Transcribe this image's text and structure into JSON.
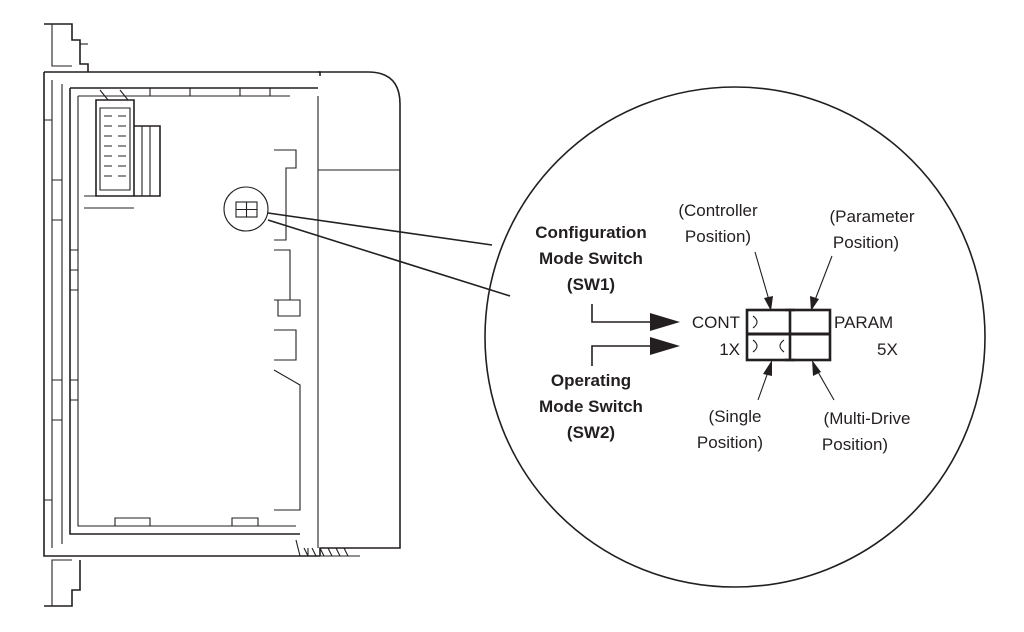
{
  "config_switch": {
    "line1": "Configuration",
    "line2": "Mode Switch",
    "line3": "(SW1)"
  },
  "operating_switch": {
    "line1": "Operating",
    "line2": "Mode Switch",
    "line3": "(SW2)"
  },
  "positions": {
    "controller": {
      "line1": "(Controller",
      "line2": "Position)"
    },
    "parameter": {
      "line1": "(Parameter",
      "line2": "Position)"
    },
    "single": {
      "line1": "(Single",
      "line2": "Position)"
    },
    "multi_drive": {
      "line1": "(Multi-Drive",
      "line2": "Position)"
    }
  },
  "switch_labels": {
    "cont": "CONT",
    "param": "PARAM",
    "one_x": "1X",
    "five_x": "5X"
  }
}
